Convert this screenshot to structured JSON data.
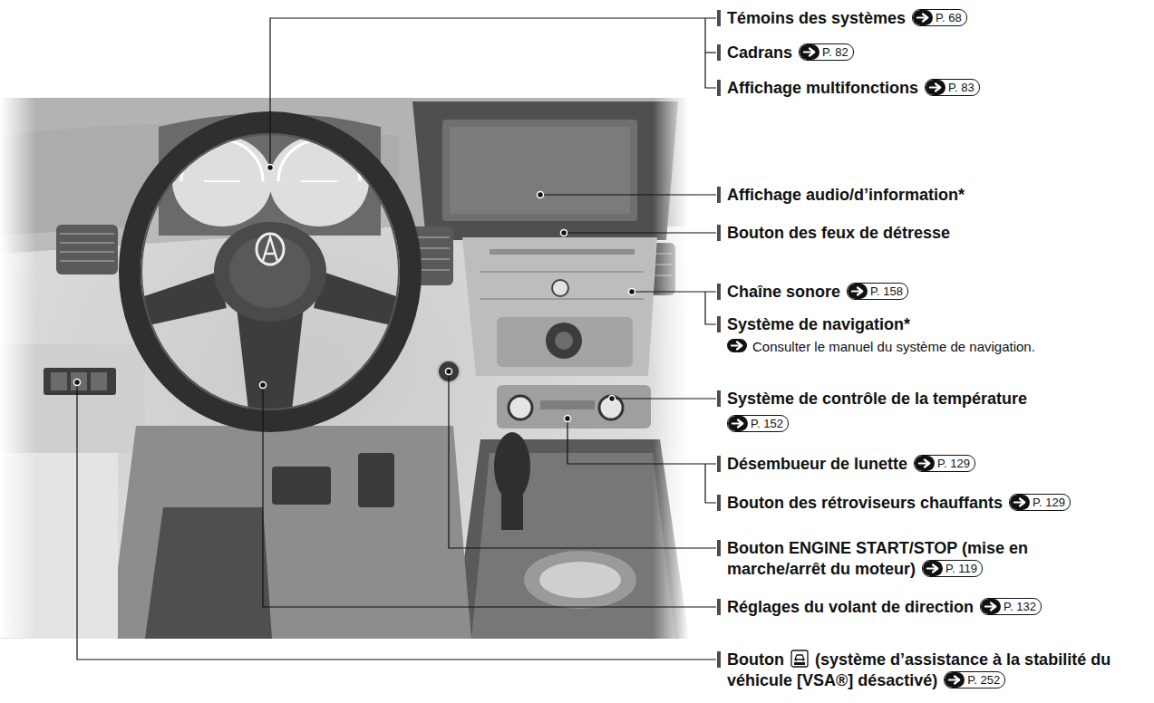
{
  "diagram": {
    "labels": [
      "Témoins des systèmes",
      "P. 68",
      "Cadrans",
      "P. 82",
      "Affichage multifonctions",
      "P. 83",
      "Affichage audio/d’information*",
      "Bouton des feux de détresse",
      "Chaîne sonore",
      "P. 158",
      "Système de navigation*",
      "Consulter le manuel du système de navigation.",
      "Système de contrôle de la température",
      "P. 152",
      "Désembueur de lunette",
      "P. 129",
      "Bouton des rétroviseurs chauffants",
      "P. 129",
      "Bouton ENGINE START/STOP (mise en marche/arrêt du moteur)",
      "P. 119",
      "Réglages du volant de direction",
      "P. 132",
      "Bouton",
      "(système d’assistance à la stabilité du véhicule [VSA®] désactivé)",
      "P. 252"
    ]
  }
}
